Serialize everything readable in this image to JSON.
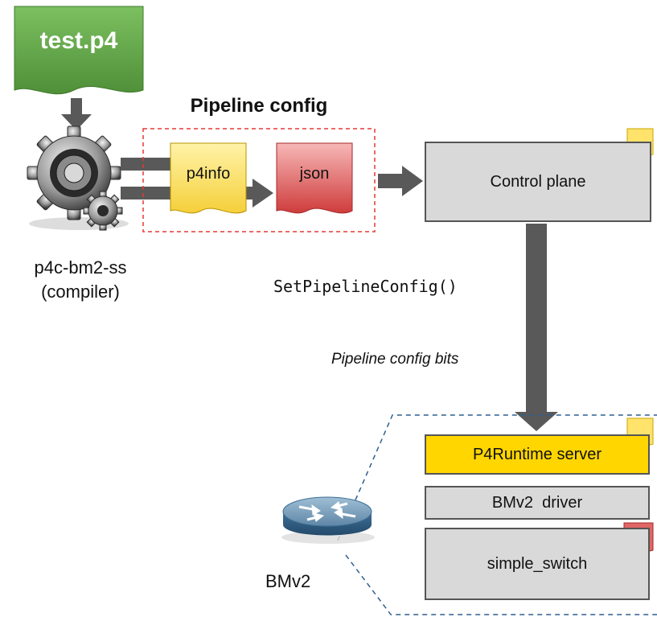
{
  "source_file": {
    "label": "test.p4"
  },
  "pipeline_config": {
    "title": "Pipeline config",
    "p4info_label": "p4info",
    "json_label": "json"
  },
  "compiler": {
    "icon": "gear-icon",
    "name_line1": "p4c-bm2-ss",
    "name_line2": "(compiler)"
  },
  "control_plane": {
    "label": "Control plane"
  },
  "rpc": {
    "call_label": "SetPipelineConfig()",
    "payload_label": "Pipeline config bits"
  },
  "switch": {
    "icon": "router-icon",
    "name": "BMv2",
    "p4runtime_server_label": "P4Runtime server",
    "driver_label": "BMv2  driver",
    "simple_switch_label": "simple_switch"
  },
  "colors": {
    "source_green": "#6aa84f",
    "p4info_yellow": "#ffe36b",
    "json_red": "#e06666",
    "server_gold": "#ffd600",
    "box_gray": "#d9d9d9",
    "arrow_gray": "#595959",
    "dash_red": "#e53935",
    "dash_blue": "#2f5f8f"
  }
}
